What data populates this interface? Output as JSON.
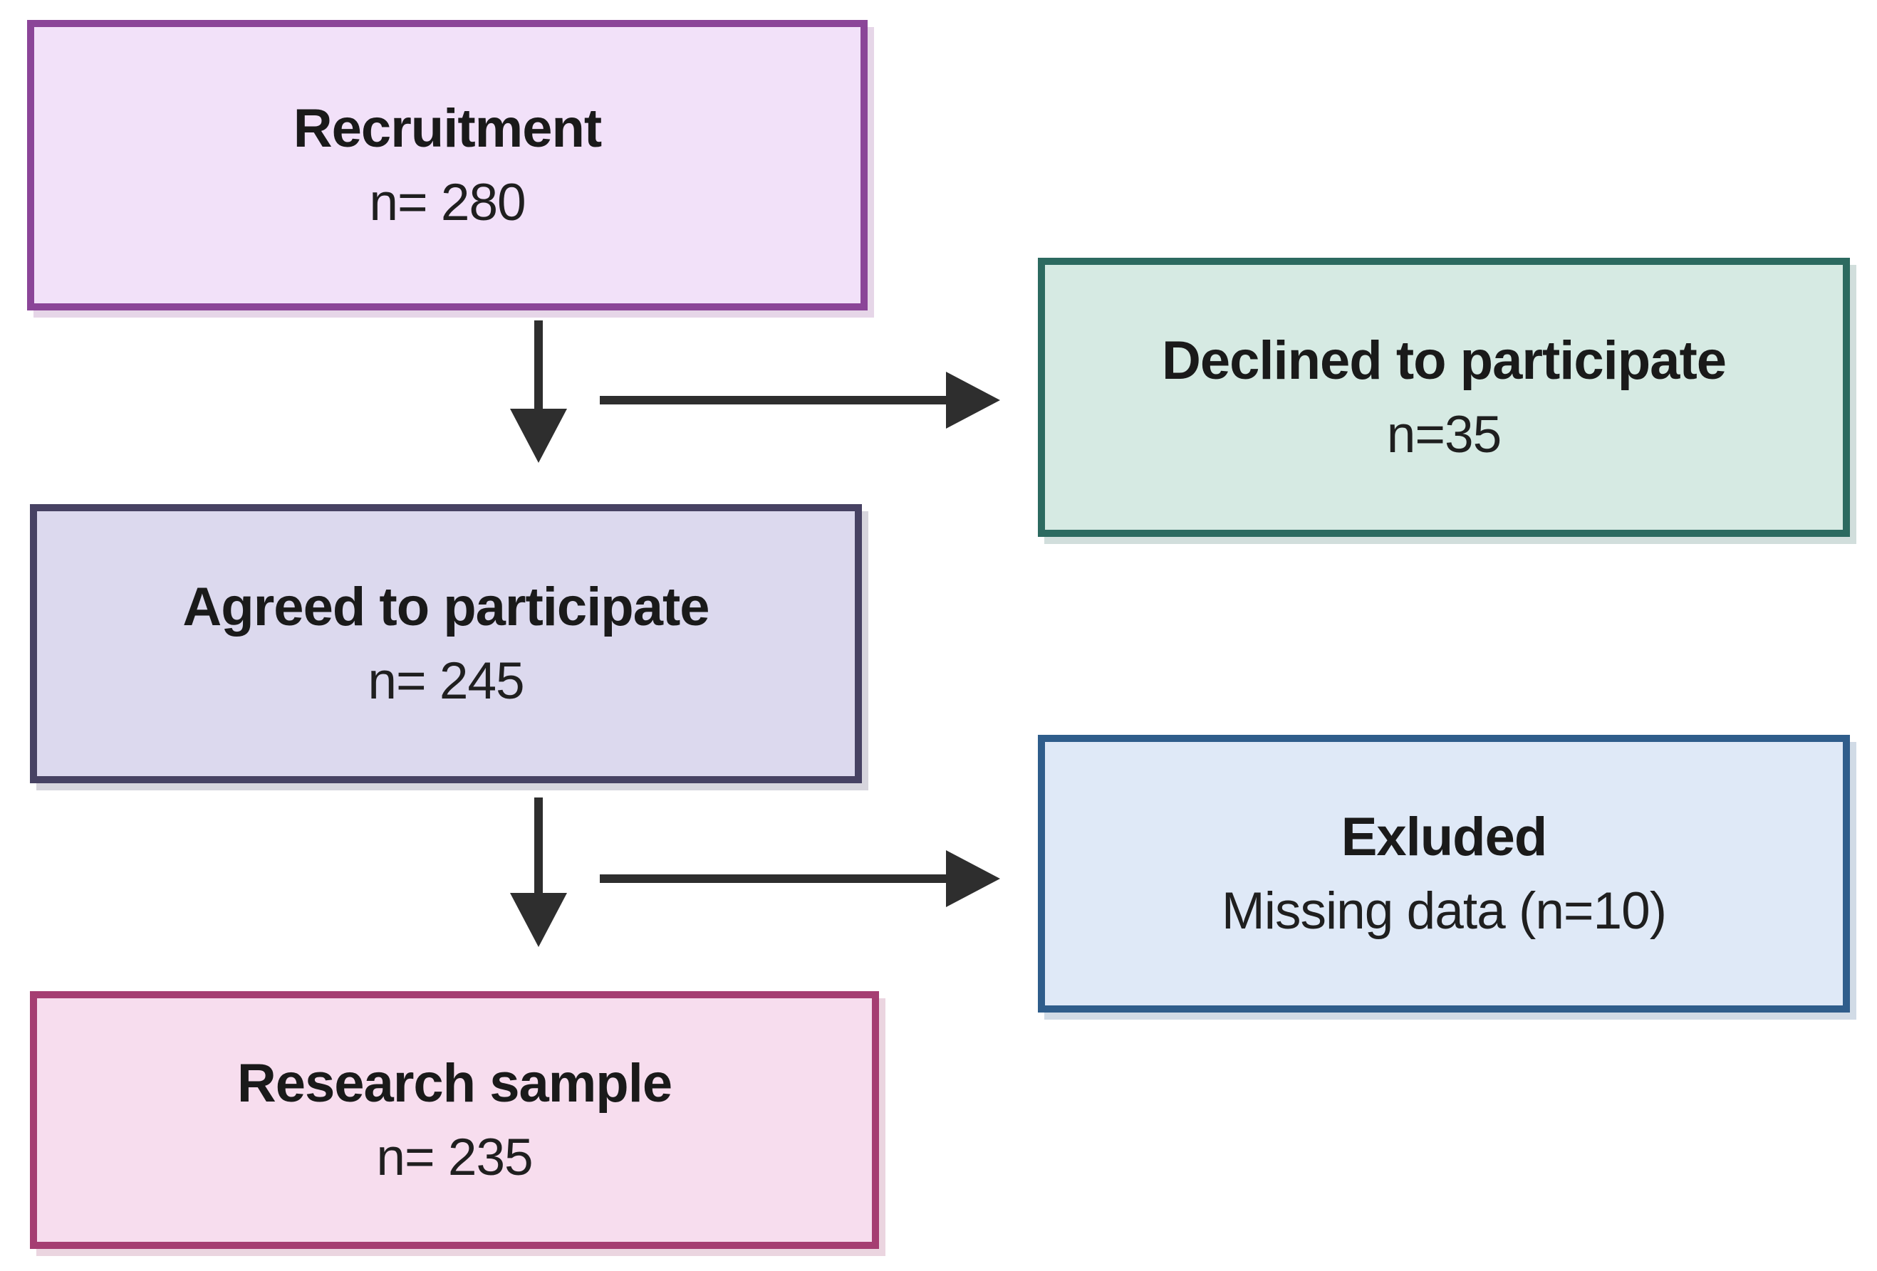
{
  "diagram": {
    "type": "flowchart",
    "boxes": [
      {
        "id": "recruitment",
        "title": "Recruitment",
        "subtitle": "n= 280",
        "fill_color": "#f2e1f9",
        "border_color": "#8b4598"
      },
      {
        "id": "declined",
        "title": "Declined to participate",
        "subtitle": "n=35",
        "fill_color": "#d6eae3",
        "border_color": "#2c6a60"
      },
      {
        "id": "agreed",
        "title": "Agreed to participate",
        "subtitle": "n= 245",
        "fill_color": "#dcd9ee",
        "border_color": "#474263"
      },
      {
        "id": "exluded",
        "title": "Exluded",
        "subtitle": "Missing data (n=10)",
        "fill_color": "#dfe9f7",
        "border_color": "#2f5d8b"
      },
      {
        "id": "research",
        "title": "Research sample",
        "subtitle": "n= 235",
        "fill_color": "#f7ddee",
        "border_color": "#a53e72"
      }
    ],
    "arrows": {
      "color": "#2e2e2e",
      "connections": [
        {
          "from": "recruitment",
          "to": "agreed"
        },
        {
          "from": "recruitment",
          "to": "declined"
        },
        {
          "from": "agreed",
          "to": "research"
        },
        {
          "from": "agreed",
          "to": "exluded"
        }
      ]
    },
    "text_color": "#1a1a1a"
  }
}
